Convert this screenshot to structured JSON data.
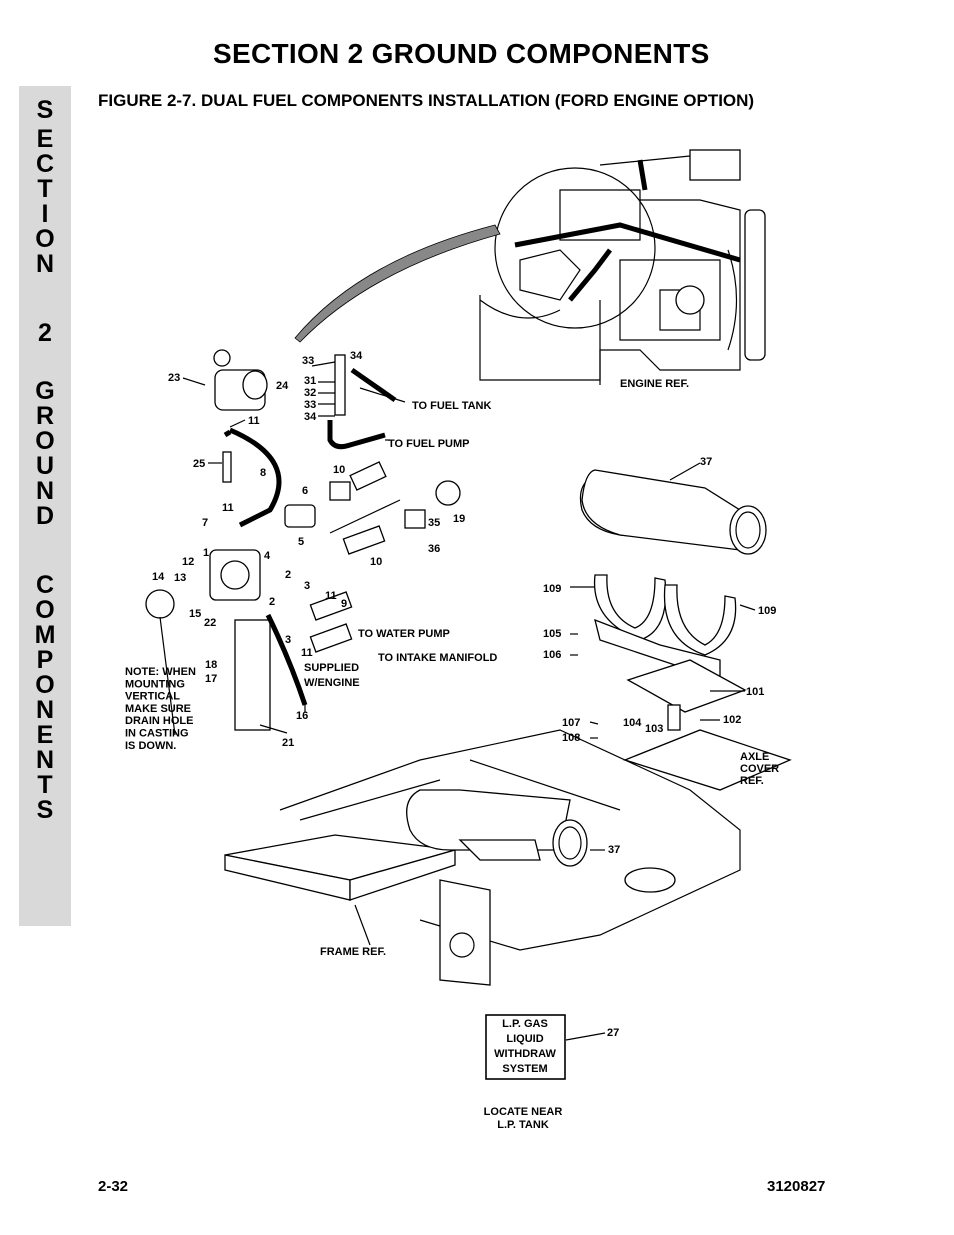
{
  "header": {
    "section_title": "SECTION 2  GROUND COMPONENTS",
    "figure_title": "FIGURE 2-7.    DUAL FUEL COMPONENTS INSTALLATION (FORD ENGINE OPTION)"
  },
  "side_tab": {
    "letters": [
      "S",
      "E",
      "C",
      "T",
      "I",
      "O",
      "N",
      "2",
      "G",
      "R",
      "O",
      "U",
      "N",
      "D",
      "C",
      "O",
      "M",
      "P",
      "O",
      "N",
      "E",
      "N",
      "T",
      "S"
    ]
  },
  "diagram": {
    "callouts": [
      "23",
      "24",
      "11",
      "25",
      "8",
      "33",
      "34",
      "31",
      "32",
      "33",
      "34",
      "10",
      "6",
      "11",
      "7",
      "5",
      "4",
      "1",
      "12",
      "14",
      "13",
      "15",
      "22",
      "2",
      "3",
      "11",
      "9",
      "2",
      "3",
      "11",
      "18",
      "17",
      "16",
      "21",
      "35",
      "19",
      "36",
      "10",
      "37",
      "109",
      "109",
      "105",
      "106",
      "101",
      "107",
      "108",
      "104",
      "103",
      "102",
      "37"
    ],
    "notes": {
      "to_fuel_tank": "TO FUEL TANK",
      "to_fuel_pump": "TO FUEL PUMP",
      "to_water_pump": "TO WATER PUMP",
      "to_intake_manifold": "TO INTAKE MANIFOLD",
      "supplied_1": "SUPPLIED",
      "supplied_2": "W/ENGINE",
      "engine_ref": "ENGINE REF.",
      "frame_ref": "FRAME REF.",
      "axle_1": "AXLE",
      "axle_2": "COVER",
      "axle_3": "REF.",
      "note_lines": [
        "NOTE: WHEN",
        "MOUNTING",
        "VERTICAL",
        "MAKE SURE",
        "DRAIN HOLE",
        "IN CASTING",
        "IS DOWN."
      ]
    },
    "decal": {
      "lines": [
        "L.P. GAS",
        "LIQUID",
        "WITHDRAW",
        "SYSTEM"
      ],
      "callout": "27",
      "locate_1": "LOCATE NEAR",
      "locate_2": "L.P. TANK"
    }
  },
  "footer": {
    "page_number": "2-32",
    "doc_number": "3120827"
  }
}
